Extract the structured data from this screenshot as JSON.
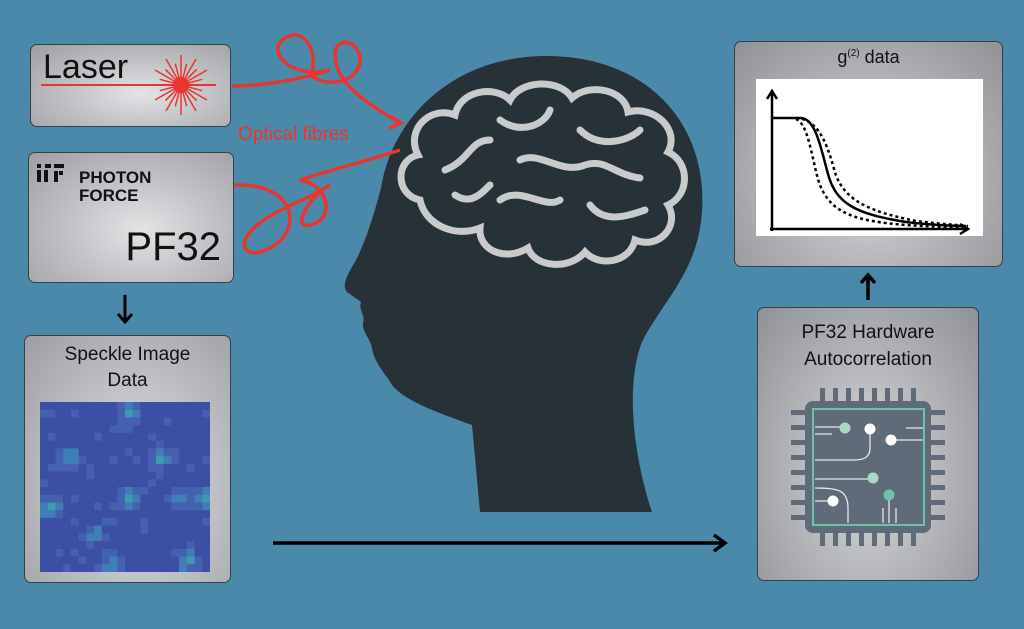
{
  "laser": {
    "label": "Laser"
  },
  "fibres": {
    "label": "Optical fibres"
  },
  "detector": {
    "brand_line1": "PHOTON",
    "brand_line2": "FORCE",
    "model": "PF32"
  },
  "speckle": {
    "title_line1": "Speckle Image",
    "title_line2": "Data"
  },
  "g2": {
    "title_prefix": "g",
    "title_sup": "(2)",
    "title_suffix": " data"
  },
  "hardware": {
    "title_line1": "PF32 Hardware",
    "title_line2": "Autocorrelation"
  },
  "colors": {
    "background": "#4b89ab",
    "fibre": "#e8352e",
    "head": "#263238",
    "brain": "#c9cacc",
    "chip": "#5f6b78",
    "chip_accent": "#6dc3a6"
  }
}
